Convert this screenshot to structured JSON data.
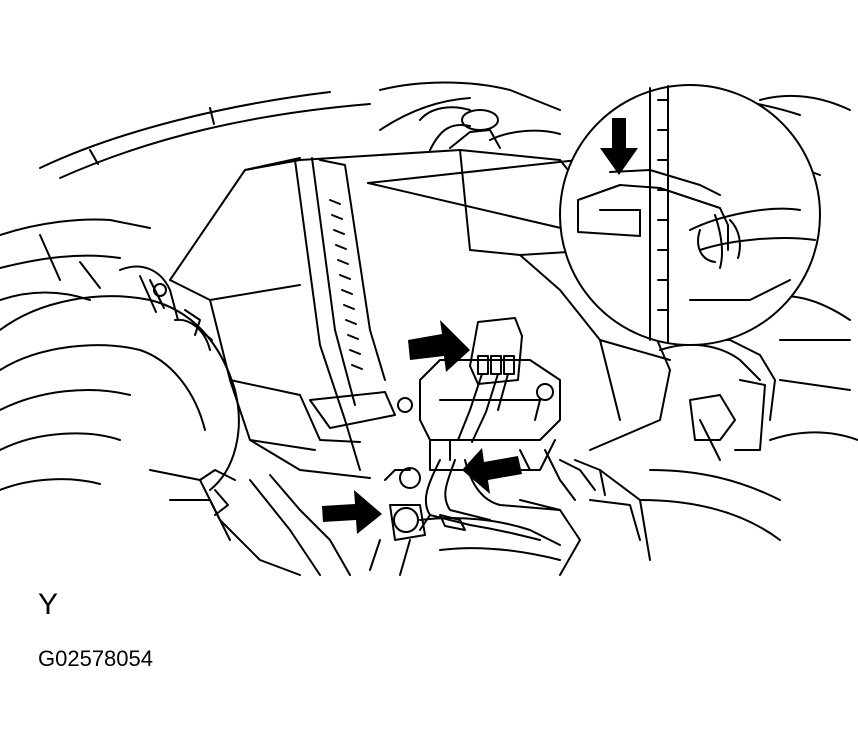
{
  "figure": {
    "view_label": "Y",
    "figure_id": "G02578054"
  },
  "colors": {
    "line": "#000000",
    "background": "#ffffff"
  },
  "icons": {
    "arrow": "black-pointing-arrow",
    "detail": "circular-magnified-detail"
  }
}
